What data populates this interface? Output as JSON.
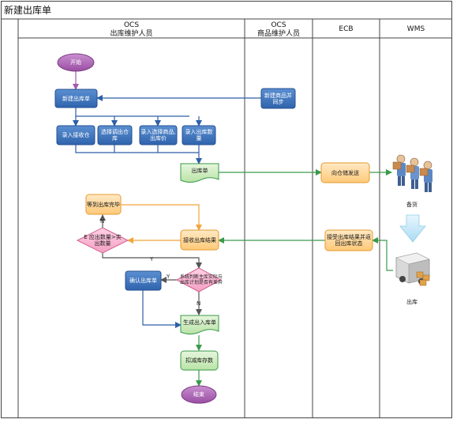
{
  "title": "新建出库单",
  "lanes": [
    {
      "line1": "OCS",
      "line2": "出库维护人员"
    },
    {
      "line1": "OCS",
      "line2": "商品维护人员"
    },
    {
      "line1": "ECB",
      "line2": ""
    },
    {
      "line1": "WMS",
      "line2": ""
    }
  ],
  "nodes": {
    "start": "开始",
    "create": "新建出库单",
    "sync": "新建商品并同步",
    "in_wh": "录入接收仓",
    "choose_wh": "选择调出仓库",
    "choose_goods": "录入选择商品,出库价",
    "qty": "录入出库数量",
    "out_doc": "出库单",
    "to_wh": "向仓储发送",
    "wait": "等到出库完毕",
    "receive": "接收出库结果",
    "compare": "E 应出数量>实出数量",
    "judge": "系统判断主库实际与出库计划是否有差异",
    "confirm": "确认出库单",
    "gen": "生成出入库单",
    "reduce": "扣减库存数",
    "end": "结束",
    "feedback": "接受出库结果并返回出库状态"
  },
  "labels": {
    "n1": "N",
    "y1": "Y",
    "y2": "Y",
    "n2": "N"
  },
  "captions": {
    "pick": "备货",
    "ship": "出库"
  }
}
